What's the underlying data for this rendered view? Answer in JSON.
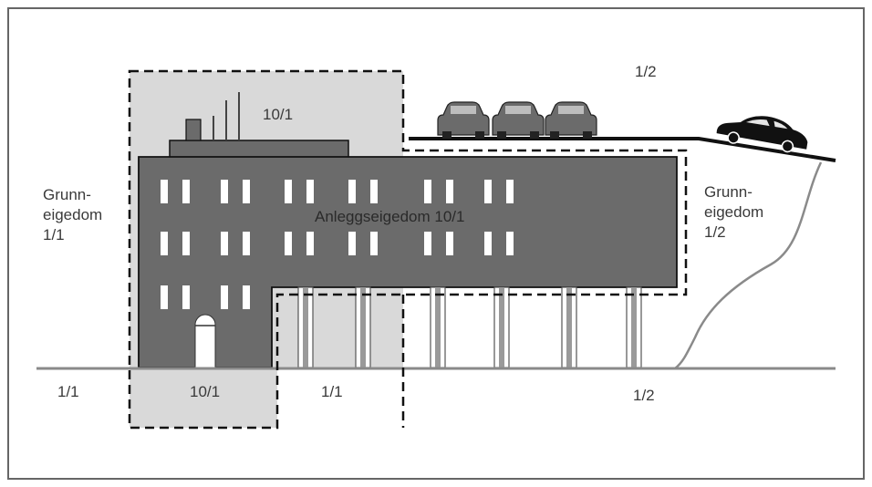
{
  "labels": {
    "top_right_volume": "1/2",
    "building_volume": "10/1",
    "building_name": "Anleggseigedom 10/1",
    "left_property_line1": "Grunn-",
    "left_property_line2": "eigedom",
    "left_property_line3": "1/1",
    "right_property_line1": "Grunn-",
    "right_property_line2": "eigedom",
    "right_property_line3": "1/2",
    "ground_left": "1/1",
    "ground_building": "10/1",
    "ground_middle": "1/1",
    "ground_right": "1/2"
  },
  "colors": {
    "building": "#6b6b6b",
    "shaded_area": "#d9d9d9",
    "ground_line": "#8a8a8a",
    "outline": "#111111"
  }
}
